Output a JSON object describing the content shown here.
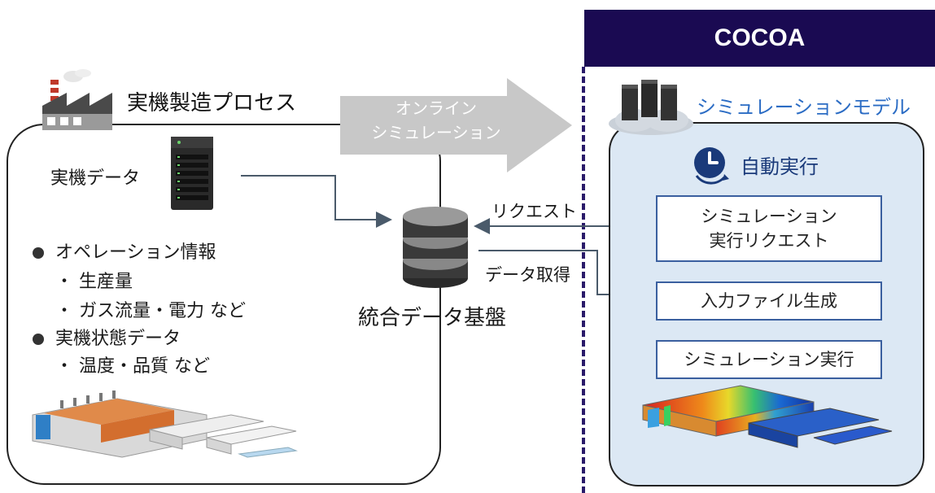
{
  "cocoa": {
    "title": "COCOA"
  },
  "left": {
    "title": "実機製造プロセス",
    "data_label": "実機データ",
    "bullets": [
      {
        "label": "オペレーション情報",
        "subs": [
          "・ 生産量",
          "・ ガス流量・電力 など"
        ]
      },
      {
        "label": "実機状態データ",
        "subs": [
          "・ 温度・品質 など"
        ]
      }
    ]
  },
  "arrow": {
    "line1": "オンライン",
    "line2": "シミュレーション"
  },
  "database": {
    "label": "統合データ基盤"
  },
  "flows": {
    "request": "リクエスト",
    "data_get": "データ取得"
  },
  "right": {
    "model_label": "シミュレーションモデル",
    "auto_exec": "自動実行",
    "box1_line1": "シミュレーション",
    "box1_line2": "実行リクエスト",
    "box2": "入力ファイル生成",
    "box3": "シミュレーション実行"
  },
  "colors": {
    "header": "#1a0a52",
    "accent_blue": "#2b6cc4",
    "panel_bg": "#dce8f4",
    "arrow_gray": "#c8c8c8"
  }
}
